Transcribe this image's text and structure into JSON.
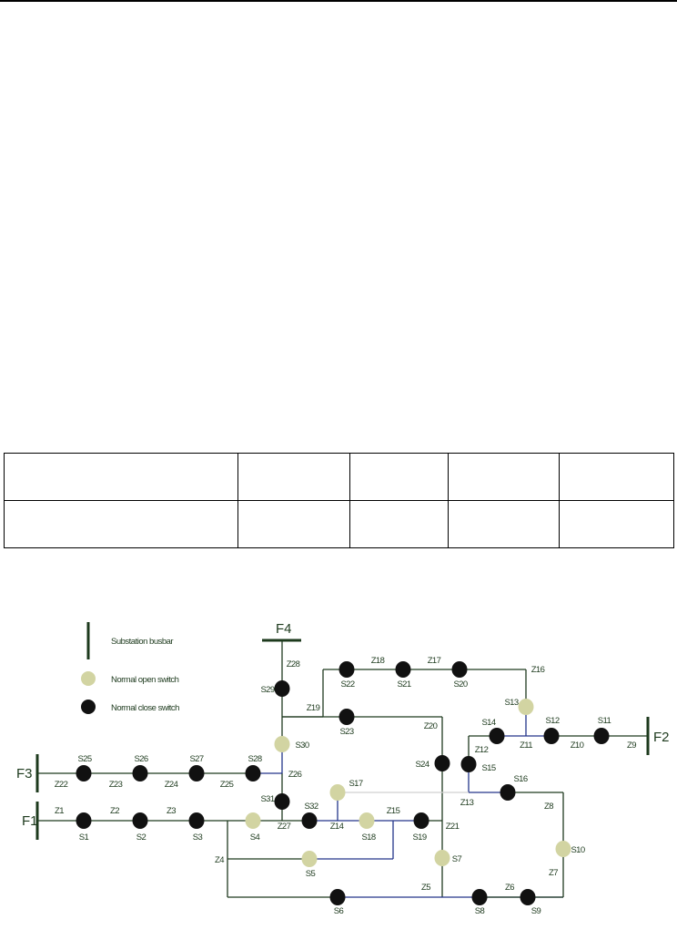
{
  "table": {
    "rows": [
      [
        "",
        "",
        "",
        "",
        ""
      ],
      [
        "",
        "",
        "",
        "",
        ""
      ]
    ]
  },
  "legend": {
    "busbar": "Substation busbar",
    "open": "Normal open switch",
    "closed": "Normal close switch"
  },
  "feeders": [
    "F1",
    "F2",
    "F3",
    "F4"
  ],
  "switches": [
    {
      "id": "S1",
      "state": "closed"
    },
    {
      "id": "S2",
      "state": "closed"
    },
    {
      "id": "S3",
      "state": "closed"
    },
    {
      "id": "S4",
      "state": "open"
    },
    {
      "id": "S5",
      "state": "open"
    },
    {
      "id": "S6",
      "state": "closed"
    },
    {
      "id": "S7",
      "state": "open"
    },
    {
      "id": "S8",
      "state": "closed"
    },
    {
      "id": "S9",
      "state": "closed"
    },
    {
      "id": "S10",
      "state": "open"
    },
    {
      "id": "S11",
      "state": "closed"
    },
    {
      "id": "S12",
      "state": "closed"
    },
    {
      "id": "S13",
      "state": "open"
    },
    {
      "id": "S14",
      "state": "closed"
    },
    {
      "id": "S15",
      "state": "closed"
    },
    {
      "id": "S16",
      "state": "closed"
    },
    {
      "id": "S17",
      "state": "open"
    },
    {
      "id": "S18",
      "state": "open"
    },
    {
      "id": "S19",
      "state": "closed"
    },
    {
      "id": "S20",
      "state": "closed"
    },
    {
      "id": "S21",
      "state": "closed"
    },
    {
      "id": "S22",
      "state": "closed"
    },
    {
      "id": "S23",
      "state": "closed"
    },
    {
      "id": "S24",
      "state": "closed"
    },
    {
      "id": "S25",
      "state": "closed"
    },
    {
      "id": "S26",
      "state": "closed"
    },
    {
      "id": "S27",
      "state": "closed"
    },
    {
      "id": "S28",
      "state": "closed"
    },
    {
      "id": "S29",
      "state": "closed"
    },
    {
      "id": "S30",
      "state": "open"
    },
    {
      "id": "S31",
      "state": "closed"
    },
    {
      "id": "S32",
      "state": "closed"
    }
  ],
  "zones": [
    "Z1",
    "Z2",
    "Z3",
    "Z4",
    "Z5",
    "Z6",
    "Z7",
    "Z8",
    "Z9",
    "Z10",
    "Z11",
    "Z12",
    "Z13",
    "Z14",
    "Z15",
    "Z16",
    "Z17",
    "Z18",
    "Z19",
    "Z20",
    "Z21",
    "Z22",
    "Z23",
    "Z24",
    "Z25",
    "Z26",
    "Z27",
    "Z28"
  ],
  "colors": {
    "line": "#1f3a1f",
    "blue": "#24358a",
    "gray": "#d0d0d0",
    "open": "#d2d4a2",
    "closed": "#111111",
    "busbar": "#1d3a1d"
  }
}
